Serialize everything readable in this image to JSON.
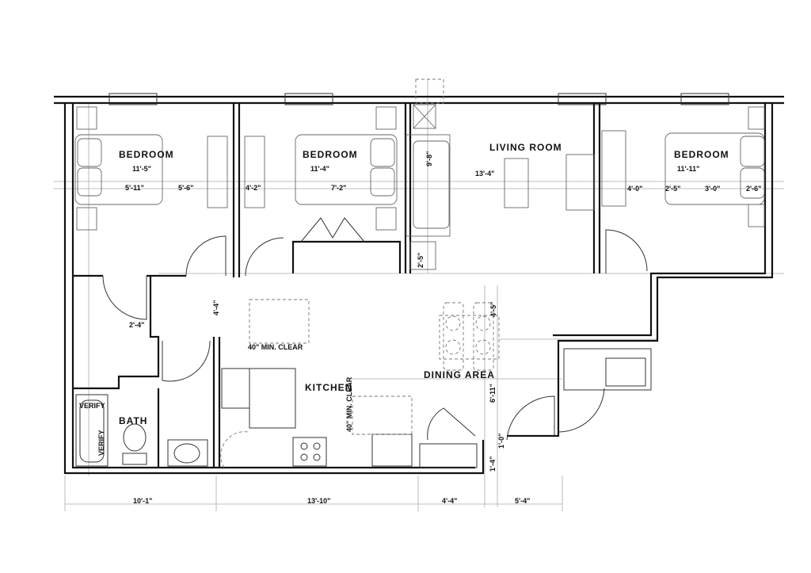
{
  "rooms": {
    "bedroom1": {
      "name": "BEDROOM",
      "width": "11'-5\""
    },
    "bedroom2": {
      "name": "BEDROOM",
      "width": "11'-4\""
    },
    "living": {
      "name": "LIVING ROOM",
      "width": "13'-4\""
    },
    "bedroom3": {
      "name": "BEDROOM",
      "width": "11'-11\""
    },
    "kitchen": {
      "name": "KITCHEN"
    },
    "dining": {
      "name": "DINING AREA"
    },
    "bath": {
      "name": "BATH"
    }
  },
  "dimensions": {
    "b1_left": "5'-11\"",
    "b1_right": "5'-6\"",
    "b2_left": "4'-2\"",
    "b2_right": "7'-2\"",
    "b3_a": "4'-0\"",
    "b3_b": "2'-5\"",
    "b3_c": "3'-0\"",
    "b3_d": "2'-6\"",
    "sofa": "9'-8\"",
    "side_table": "2'-5\"",
    "hall": "4'-4\"",
    "closet": "2'-4\"",
    "kitchen_clear": "40\" MIN. CLEAR",
    "kitchen_clear_v": "40\" MIN. CLEAR",
    "dining": "4'-5\"",
    "entry": "6'-11\"",
    "entry_a": "1'-0\"",
    "entry_b": "1'-4\"",
    "bottom": [
      "10'-1\"",
      "13'-10\"",
      "4'-4\"",
      "5'-4\""
    ]
  },
  "notes": {
    "verify1": "VERIFY",
    "verify2": "VERIFY"
  }
}
